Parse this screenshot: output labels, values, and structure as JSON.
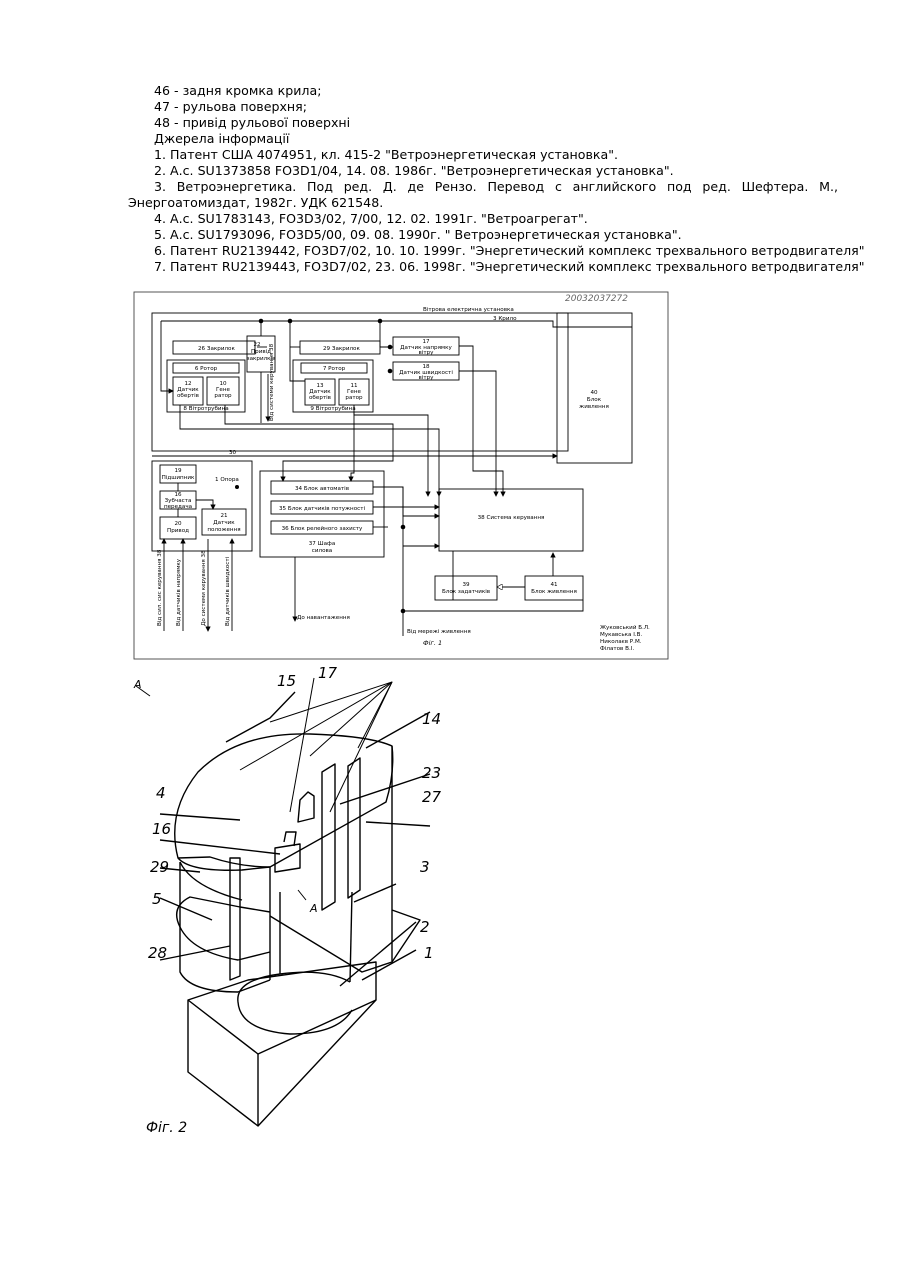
{
  "text": {
    "lines": [
      "46 - задня кромка крила;",
      "47 - рульова поверхня;",
      "48 - привід рульової поверхні",
      "Джерела інформації",
      "1. Патент США 4074951, кл. 415-2 \"Ветроэнергетическая установка\".",
      "2. А.с. SU1373858 FO3D1/04, 14. 08. 1986г. \"Ветроэнергетическая установка\".",
      "3. Ветроэнергетика. Под ред. Д. де Рензо. Перевод с английского под ред. Шефтера. М., Энергоатомиздат, 1982г. УДК 621548.",
      "4. А.с. SU1783143, FO3D3/02, 7/00, 12. 02. 1991г. \"Ветроагрегат\".",
      "5. А.с. SU1793096, FO3D5/00, 09. 08. 1990г. \" Ветроэнергетическая установка\".",
      "6. Патент RU2139442, FO3D7/02, 10. 10. 1999г. \"Энергетический комплекс трехвального ветродвигателя\"",
      "7. Патент RU2139443, FO3D7/02, 23. 06. 1998г. \"Энергетический комплекс трехвального ветродвигателя\""
    ]
  },
  "fig1": {
    "stamp": "20032037272",
    "title": "Вітрова електрична установка",
    "wing": "3 Крило",
    "b26": "26 Закрилок",
    "b22": [
      "22",
      "Привід",
      "закрилків"
    ],
    "b29": "29 Закрилок",
    "b17": [
      "17",
      "Датчик напрямку",
      "вітру"
    ],
    "b18": [
      "18",
      "Датчик швидкості",
      "вітру"
    ],
    "rotor6": "6 Ротор",
    "b12": [
      "12",
      "Датчик",
      "обертів"
    ],
    "b10": [
      "10",
      "Гене",
      "ратор"
    ],
    "tube8": "8 Вітротрубина",
    "rotor7": "7 Ротор",
    "b13": [
      "13",
      "Датчик",
      "обертів"
    ],
    "b11": [
      "11",
      "Гене",
      "ратор"
    ],
    "tube9": "9 Вітротрубина",
    "b40": [
      "40",
      "Блок",
      "живлення"
    ],
    "vert_label": "Від системи керування 38",
    "n30": "30",
    "support": "1 Опора",
    "b19": [
      "19",
      "Підшипник"
    ],
    "b16": [
      "16",
      "Зубчаста",
      "передача"
    ],
    "b20": [
      "20",
      "Привод"
    ],
    "b21": [
      "21",
      "Датчик",
      "положення"
    ],
    "b34": "34 Блок автоматів",
    "b35": "35 Блок датчиків потужності",
    "b36": "36 Блок релейного захисту",
    "b37": [
      "37 Шафа",
      "силова"
    ],
    "b38": "38 Система керування",
    "b39": [
      "39",
      "Блок задатчиків"
    ],
    "b41": [
      "41",
      "Блок живлення"
    ],
    "in_labels": [
      "Від сил. сис керування 38",
      "Від датчиків напрямку",
      "До системи керування 38",
      "Від датчиків швидкості"
    ],
    "load": "До навантаження",
    "grid": "Від мережі живлення",
    "fig_label": "Фіг. 1",
    "authors": [
      "Жуковський Б.Л.",
      "Мукавська І.В.",
      "Николаєв Р.М.",
      "Філатов В.І."
    ]
  },
  "fig2": {
    "labels": [
      "15",
      "17",
      "14",
      "23",
      "27",
      "4",
      "16",
      "29",
      "5",
      "3",
      "2",
      "28",
      "1",
      "A",
      "A"
    ],
    "caption": "Фіг. 2"
  }
}
